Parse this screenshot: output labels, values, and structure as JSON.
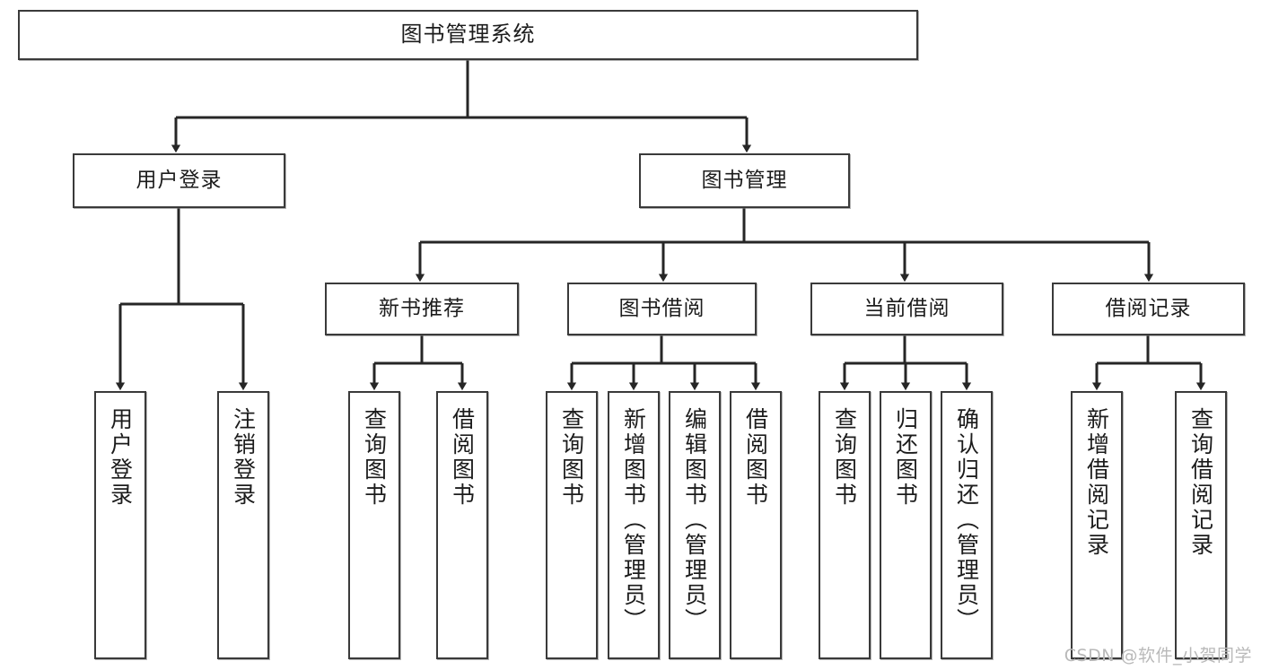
{
  "diagram": {
    "title": "图书管理系统",
    "type": "tree-structure-chart",
    "watermark": "CSDN @软件_小贺同学",
    "colors": {
      "box_border": "#3a3a3a",
      "box_fill": "#ffffff",
      "connector": "#262626",
      "text": "#1c1c1c",
      "watermark": "#b9b9b9"
    },
    "nodes": {
      "root": {
        "label": "图书管理系统"
      },
      "level2": [
        {
          "id": "user-login",
          "label": "用户登录"
        },
        {
          "id": "book-manage",
          "label": "图书管理"
        }
      ],
      "level3": [
        {
          "id": "new-book-rec",
          "label": "新书推荐"
        },
        {
          "id": "book-borrow",
          "label": "图书借阅"
        },
        {
          "id": "current-borrow",
          "label": "当前借阅"
        },
        {
          "id": "borrow-record",
          "label": "借阅记录"
        }
      ],
      "leaves": {
        "user_login": [
          {
            "id": "leaf-user-login",
            "label": "用户登录"
          },
          {
            "id": "leaf-user-logout",
            "label": "注销登录"
          }
        ],
        "new_book_rec": [
          {
            "id": "leaf-query-book-1",
            "label": "查询图书"
          },
          {
            "id": "leaf-borrow-book-1",
            "label": "借阅图书"
          }
        ],
        "book_borrow": [
          {
            "id": "leaf-query-book-2",
            "label": "查询图书"
          },
          {
            "id": "leaf-add-book",
            "label": "新增图书（管理员）"
          },
          {
            "id": "leaf-edit-book",
            "label": "编辑图书（管理员）"
          },
          {
            "id": "leaf-borrow-book-2",
            "label": "借阅图书"
          }
        ],
        "current_borrow": [
          {
            "id": "leaf-query-book-3",
            "label": "查询图书"
          },
          {
            "id": "leaf-return-book",
            "label": "归还图书"
          },
          {
            "id": "leaf-confirm-return",
            "label": "确认归还（管理员）"
          }
        ],
        "borrow_record": [
          {
            "id": "leaf-add-record",
            "label": "新增借阅记录"
          },
          {
            "id": "leaf-query-record",
            "label": "查询借阅记录"
          }
        ]
      }
    }
  }
}
